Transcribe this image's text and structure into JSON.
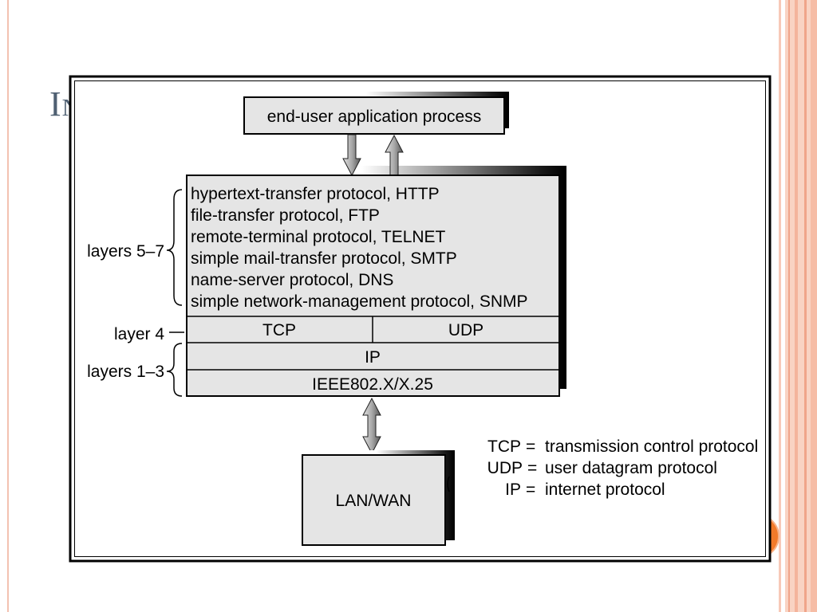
{
  "slide": {
    "title": "In",
    "colors": {
      "background": "#ffffff",
      "title": "#4f6072",
      "accent_orange": "#f27a2a",
      "border_salmon": "#f5bfa9",
      "box_fill": "#e5e5e5"
    }
  },
  "diagram": {
    "application_box": {
      "label": "end-user application process"
    },
    "protocol_stack": {
      "application_protocols": [
        "hypertext-transfer protocol, HTTP",
        "file-transfer protocol, FTP",
        "remote-terminal protocol, TELNET",
        "simple mail-transfer protocol, SMTP",
        "name-server protocol, DNS",
        "simple network-management protocol, SNMP"
      ],
      "transport": [
        "TCP",
        "UDP"
      ],
      "network": "IP",
      "link": "IEEE802.X/X.25"
    },
    "layer_labels": {
      "layers_5_7": "layers 5–7",
      "layer_4": "layer 4",
      "layers_1_3": "layers 1–3"
    },
    "network_box": {
      "label": "LAN/WAN"
    },
    "legend": [
      {
        "abbr": "TCP",
        "sep": "=",
        "definition": "transmission control protocol"
      },
      {
        "abbr": "UDP",
        "sep": "=",
        "definition": "user datagram protocol"
      },
      {
        "abbr": "IP",
        "sep": "=",
        "definition": "internet protocol"
      }
    ]
  }
}
